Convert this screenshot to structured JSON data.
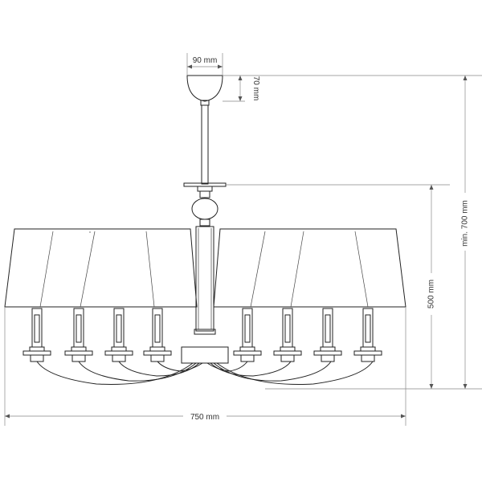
{
  "dimensions": {
    "canopy_width": "90 mm",
    "canopy_height": "70 mm",
    "total_height": "min. 700 mm",
    "body_height": "500 mm",
    "overall_width": "750 mm"
  },
  "colors": {
    "line": "#222222",
    "dimension_line": "#888888",
    "background": "#ffffff"
  }
}
